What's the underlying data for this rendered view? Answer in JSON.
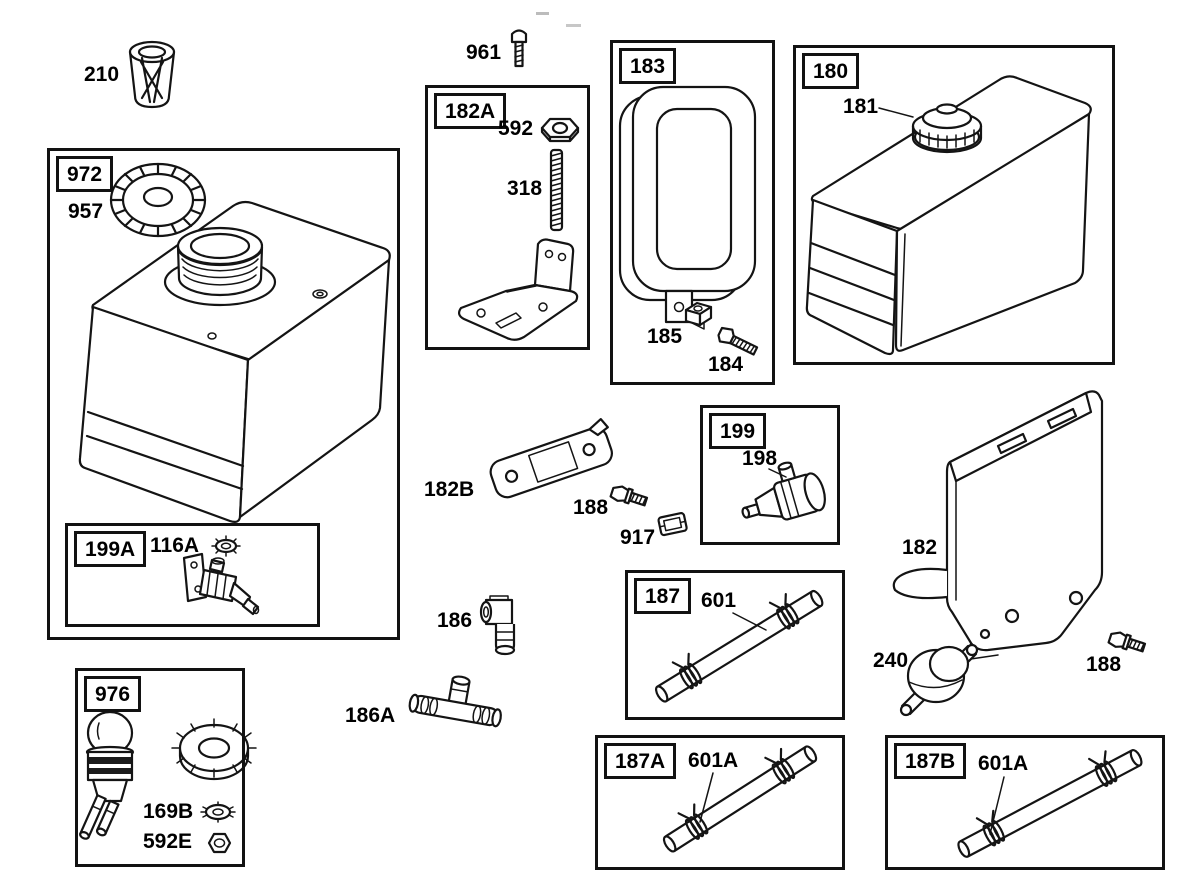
{
  "diagram": {
    "type": "exploded-parts-diagram",
    "subject": "Fuel tank group parts diagram",
    "boxed_groups": {
      "g972": "972",
      "g199A": "199A",
      "g976": "976",
      "g182A": "182A",
      "g183": "183",
      "g180": "180",
      "g199": "199",
      "g187": "187",
      "g187A": "187A",
      "g187B": "187B"
    },
    "part_labels": {
      "p210": "210",
      "p957": "957",
      "p961": "961",
      "p592": "592",
      "p318": "318",
      "p185": "185",
      "p184": "184",
      "p181": "181",
      "p116A": "116A",
      "p182B": "182B",
      "p188_left": "188",
      "p917": "917",
      "p198": "198",
      "p182": "182",
      "p186": "186",
      "p186A": "186A",
      "p601": "601",
      "p240": "240",
      "p188_right": "188",
      "p169B": "169B",
      "p592E": "592E",
      "p601A_187A": "601A",
      "p601A_187B": "601A"
    }
  }
}
